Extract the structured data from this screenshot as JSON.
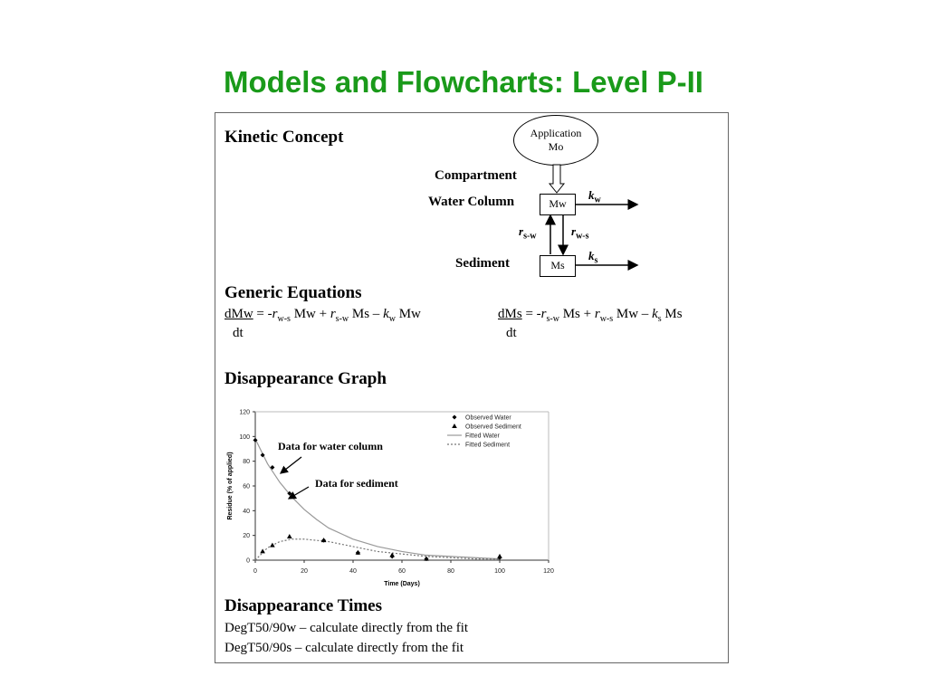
{
  "slide": {
    "title": "Models and Flowcharts: Level P-II"
  },
  "kinetic": {
    "heading": "Kinetic Concept",
    "application": "Application",
    "mo": "Mo",
    "compartment": "Compartment",
    "water_column": "Water Column",
    "mw": "Mw",
    "sediment": "Sediment",
    "ms": "Ms",
    "kw": "k",
    "kw_sub": "w",
    "ks": "k",
    "ks_sub": "s",
    "rsw": "r",
    "rsw_sub": "s-w",
    "rws": "r",
    "rws_sub": "w-s"
  },
  "equations": {
    "heading": "Generic Equations",
    "eq1": {
      "lhs": "dMw",
      "eq": " = -",
      "r1": "r",
      "r1sub": "w-s",
      "t1": " Mw + ",
      "r2": "r",
      "r2sub": "s-w",
      "t2": " Ms – ",
      "k": "k",
      "ksub": "w",
      "t3": " Mw",
      "dt": "dt"
    },
    "eq2": {
      "lhs": "dMs",
      "eq": " = -",
      "r1": "r",
      "r1sub": "s-w",
      "t1": " Ms + ",
      "r2": "r",
      "r2sub": "w-s",
      "t2": " Mw – ",
      "k": "k",
      "ksub": "s",
      "t3": " Ms",
      "dt": "dt"
    }
  },
  "graph": {
    "heading": "Disappearance Graph",
    "annotation_water": "Data for water column",
    "annotation_sediment": "Data for sediment"
  },
  "chart_data": {
    "type": "scatter",
    "title": "",
    "xlabel": "Time (Days)",
    "ylabel": "Residue (% of applied)",
    "xlim": [
      0,
      120
    ],
    "ylim": [
      0,
      120
    ],
    "xticks": [
      "0",
      "20",
      "40",
      "60",
      "80",
      "100",
      "120"
    ],
    "yticks": [
      "0",
      "20",
      "40",
      "60",
      "80",
      "100",
      "120"
    ],
    "legend_position": "top-right",
    "legend": [
      "Observed Water",
      "Observed Sediment",
      "Fitted Water",
      "Fitted Sediment"
    ],
    "series": [
      {
        "name": "Observed Water",
        "kind": "points",
        "marker": "diamond",
        "x": [
          0,
          3,
          7,
          14,
          28,
          42,
          56,
          70,
          100
        ],
        "y": [
          97,
          85,
          75,
          54,
          16,
          6,
          3,
          1,
          2
        ]
      },
      {
        "name": "Observed Sediment",
        "kind": "points",
        "marker": "triangle",
        "x": [
          3,
          7,
          14,
          28,
          42,
          56,
          70,
          100
        ],
        "y": [
          7,
          12,
          19,
          16,
          6,
          4,
          1,
          3
        ]
      },
      {
        "name": "Fitted Water",
        "kind": "line",
        "style": "solid",
        "x": [
          0,
          5,
          10,
          15,
          20,
          25,
          30,
          40,
          50,
          60,
          70,
          80,
          90,
          100
        ],
        "y": [
          98,
          78,
          63,
          51,
          41,
          33,
          26,
          17,
          11,
          7,
          4,
          3,
          2,
          1
        ]
      },
      {
        "name": "Fitted Sediment",
        "kind": "line",
        "style": "dashed",
        "x": [
          0,
          5,
          10,
          15,
          20,
          25,
          30,
          40,
          50,
          60,
          70,
          80,
          90,
          100
        ],
        "y": [
          0,
          10,
          15,
          17,
          17,
          16,
          15,
          11,
          7,
          5,
          3,
          2,
          1,
          1
        ]
      }
    ]
  },
  "times": {
    "heading": "Disappearance Times",
    "line1": "DegT50/90w – calculate directly from the fit",
    "line2": "DegT50/90s – calculate directly from the fit"
  }
}
